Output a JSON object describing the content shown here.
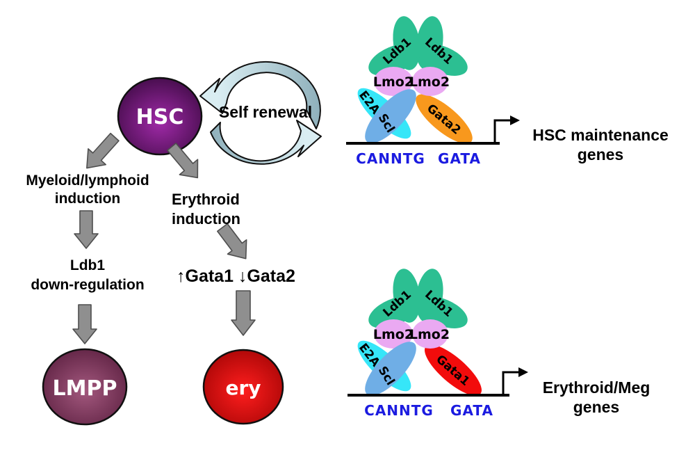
{
  "flow": {
    "hsc": "HSC",
    "self_renewal": "Self renewal",
    "myeloid_induction": [
      "Myeloid/lymphoid",
      "induction"
    ],
    "erythroid_induction": [
      "Erythroid",
      "induction"
    ],
    "ldb1_downregulation": [
      "Ldb1",
      "down-regulation"
    ],
    "gata_switch": "↑Gata1 ↓Gata2",
    "lmpp": "LMPP",
    "ery": "ery"
  },
  "complexes": {
    "top": {
      "ldb1_left": "Ldb1",
      "ldb1_right": "Ldb1",
      "lmo2_left": "Lmo2",
      "lmo2_right": "Lmo2",
      "e2a": "E2A",
      "scl": "Scl",
      "gata_factor": "Gata2",
      "ebox_site": "CANNTG",
      "gata_site": "GATA",
      "genes": [
        "HSC maintenance",
        "genes"
      ]
    },
    "bottom": {
      "ldb1_left": "Ldb1",
      "ldb1_right": "Ldb1",
      "lmo2_left": "Lmo2",
      "lmo2_right": "Lmo2",
      "e2a": "E2A",
      "scl": "Scl",
      "gata_factor": "Gata1",
      "ebox_site": "CANNTG",
      "gata_site": "GATA",
      "genes": [
        "Erythroid/Meg",
        "genes"
      ]
    }
  },
  "colors": {
    "hsc_center": "#A02AA8",
    "hsc_edge": "#3A0940",
    "lmpp_center": "#A3587E",
    "lmpp_edge": "#571C3C",
    "ery_center": "#FF1E1E",
    "ery_edge": "#9E0303",
    "cycle_light": "#D9EDF2",
    "cycle_dark": "#8FB0BB",
    "block_arrow": "#8F8F8F",
    "ldb1": "#2CBF92",
    "lmo2": "#EAA9F2",
    "e2a": "#36E6F8",
    "scl": "#6FAEE6",
    "gata2": "#F8981D",
    "gata1": "#F20C0C",
    "dna_site": "#1B1BE0"
  }
}
